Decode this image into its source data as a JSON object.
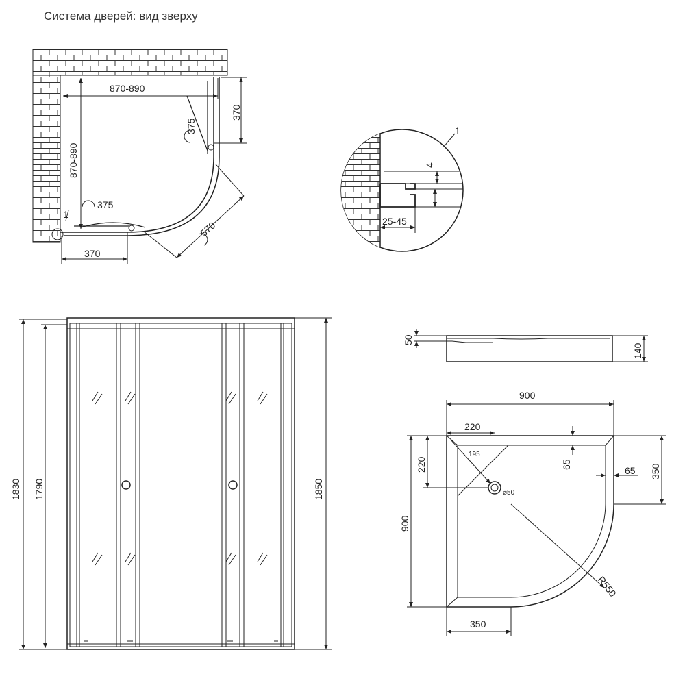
{
  "page": {
    "title": "Система дверей: вид зверху"
  },
  "top_view": {
    "width": "870-890",
    "depth": "870-890",
    "door_swing_top": "375",
    "door_swing_left": "375",
    "fixed_panel_right": "370",
    "fixed_panel_bottom": "370",
    "arc_length": "570",
    "callout": "1"
  },
  "detail": {
    "callout": "1",
    "gap": "4",
    "profile_range": "25-45"
  },
  "front_view": {
    "height_total": "1830",
    "height_inner": "1790",
    "height_right": "1850"
  },
  "tray_side": {
    "lip_height": "50",
    "total_height": "140"
  },
  "tray_plan": {
    "width": "900",
    "depth": "900",
    "drain_x": "220",
    "drain_y": "220",
    "drain_diag": "195",
    "drain_dia": "⌀50",
    "rim_top": "65",
    "rim_right": "65",
    "straight_right": "350",
    "straight_bottom": "350",
    "radius": "R550"
  }
}
